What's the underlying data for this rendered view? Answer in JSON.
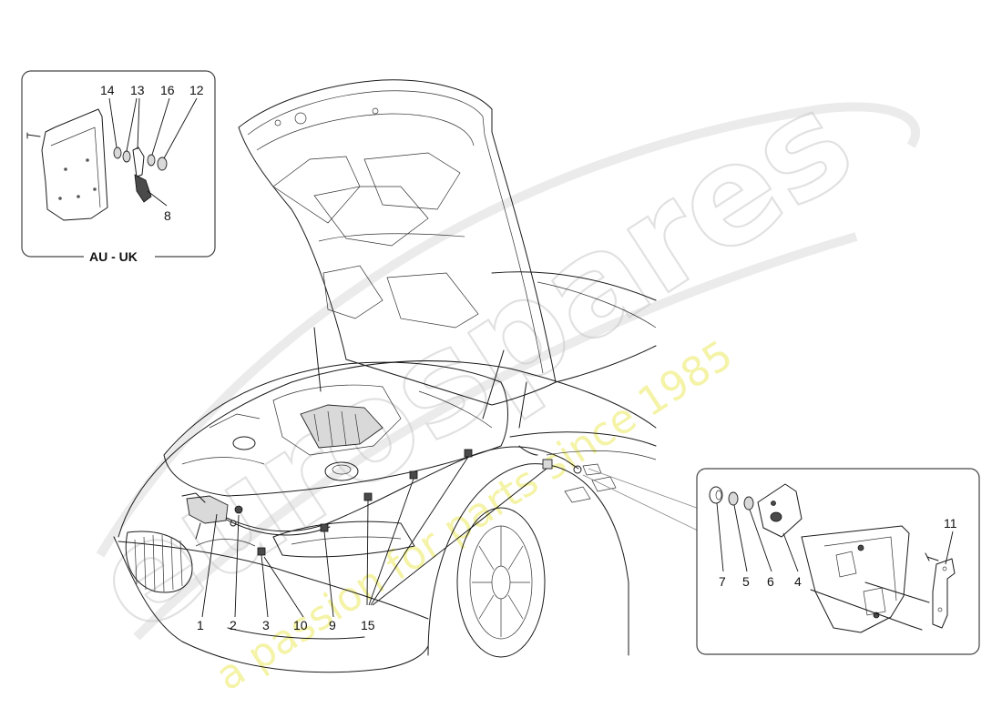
{
  "diagram": {
    "callouts": {
      "c1": "1",
      "c2": "2",
      "c3": "3",
      "c10": "10",
      "c9": "9",
      "c15": "15",
      "c14": "14",
      "c13": "13",
      "c16": "16",
      "c12": "12",
      "c8": "8",
      "c7": "7",
      "c5": "5",
      "c6": "6",
      "c4": "4",
      "c11": "11"
    },
    "inset_top_left": {
      "label": "AU - UK"
    },
    "inset_bottom_right": {}
  },
  "watermark": {
    "brand": "eurospares",
    "tagline": "a passion for parts since 1985",
    "logo_color": "#d0d0d0",
    "tagline_color": "#f1f08a"
  }
}
